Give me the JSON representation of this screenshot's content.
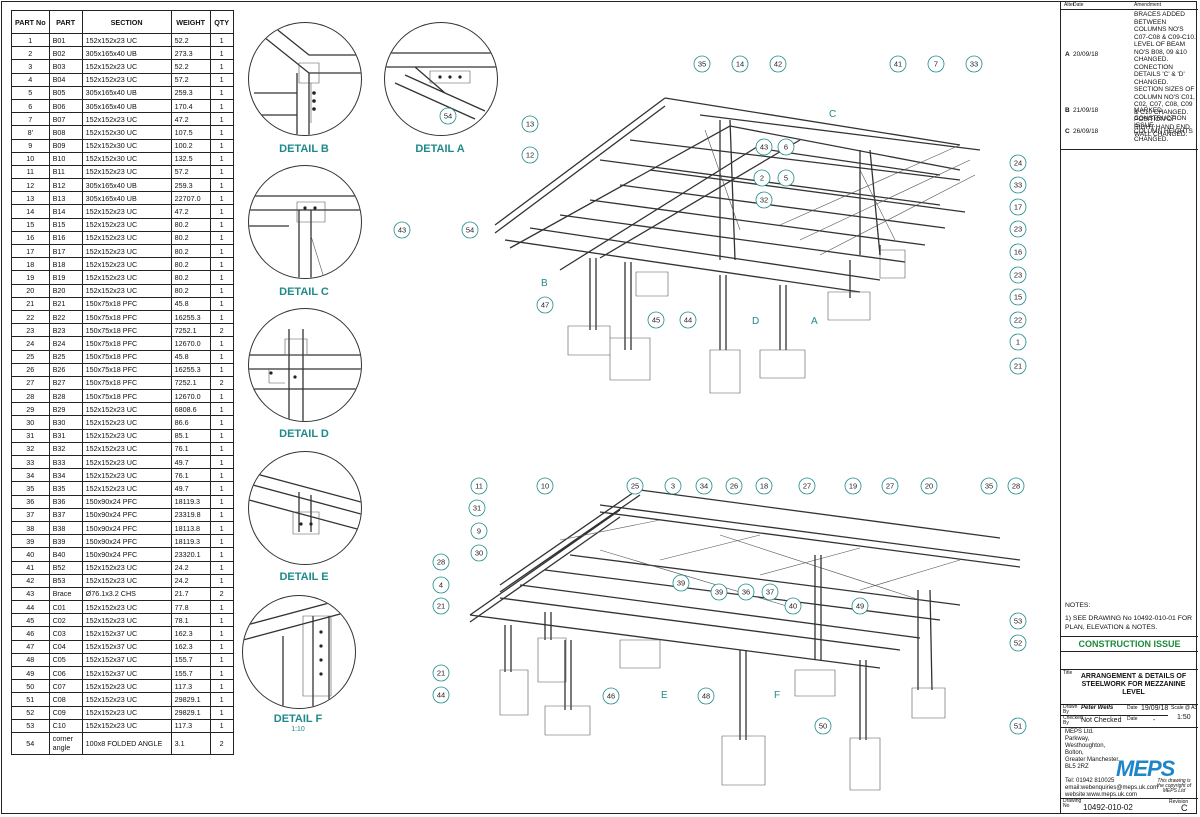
{
  "table": {
    "headers": [
      "PART No",
      "PART",
      "SECTION",
      "WEIGHT",
      "QTY"
    ],
    "rows": [
      [
        "1",
        "B01",
        "152x152x23 UC",
        "52.2",
        "1"
      ],
      [
        "2",
        "B02",
        "305x165x40 UB",
        "273.3",
        "1"
      ],
      [
        "3",
        "B03",
        "152x152x23 UC",
        "52.2",
        "1"
      ],
      [
        "4",
        "B04",
        "152x152x23 UC",
        "57.2",
        "1"
      ],
      [
        "5",
        "B05",
        "305x165x40 UB",
        "259.3",
        "1"
      ],
      [
        "6",
        "B06",
        "305x165x40 UB",
        "170.4",
        "1"
      ],
      [
        "7",
        "B07",
        "152x152x23 UC",
        "47.2",
        "1"
      ],
      [
        "8'",
        "B08",
        "152x152x30 UC",
        "107.5",
        "1"
      ],
      [
        "9",
        "B09",
        "152x152x30 UC",
        "100.2",
        "1"
      ],
      [
        "10",
        "B10",
        "152x152x30 UC",
        "132.5",
        "1"
      ],
      [
        "11",
        "B11",
        "152x152x23 UC",
        "57.2",
        "1"
      ],
      [
        "12",
        "B12",
        "305x165x40 UB",
        "259.3",
        "1"
      ],
      [
        "13",
        "B13",
        "305x165x40 UB",
        "22707.0",
        "1"
      ],
      [
        "14",
        "B14",
        "152x152x23 UC",
        "47.2",
        "1"
      ],
      [
        "15",
        "B15",
        "152x152x23 UC",
        "80.2",
        "1"
      ],
      [
        "16",
        "B16",
        "152x152x23 UC",
        "80.2",
        "1"
      ],
      [
        "17",
        "B17",
        "152x152x23 UC",
        "80.2",
        "1"
      ],
      [
        "18",
        "B18",
        "152x152x23 UC",
        "80.2",
        "1"
      ],
      [
        "19",
        "B19",
        "152x152x23 UC",
        "80.2",
        "1"
      ],
      [
        "20",
        "B20",
        "152x152x23 UC",
        "80.2",
        "1"
      ],
      [
        "21",
        "B21",
        "150x75x18 PFC",
        "45.8",
        "1"
      ],
      [
        "22",
        "B22",
        "150x75x18 PFC",
        "16255.3",
        "1"
      ],
      [
        "23",
        "B23",
        "150x75x18 PFC",
        "7252.1",
        "2"
      ],
      [
        "24",
        "B24",
        "150x75x18 PFC",
        "12670.0",
        "1"
      ],
      [
        "25",
        "B25",
        "150x75x18 PFC",
        "45.8",
        "1"
      ],
      [
        "26",
        "B26",
        "150x75x18 PFC",
        "16255.3",
        "1"
      ],
      [
        "27",
        "B27",
        "150x75x18 PFC",
        "7252.1",
        "2"
      ],
      [
        "28",
        "B28",
        "150x75x18 PFC",
        "12670.0",
        "1"
      ],
      [
        "29",
        "B29",
        "152x152x23 UC",
        "6808.6",
        "1"
      ],
      [
        "30",
        "B30",
        "152x152x23 UC",
        "86.6",
        "1"
      ],
      [
        "31",
        "B31",
        "152x152x23 UC",
        "85.1",
        "1"
      ],
      [
        "32",
        "B32",
        "152x152x23 UC",
        "76.1",
        "1"
      ],
      [
        "33",
        "B33",
        "152x152x23 UC",
        "49.7",
        "1"
      ],
      [
        "34",
        "B34",
        "152x152x23 UC",
        "76.1",
        "1"
      ],
      [
        "35",
        "B35",
        "152x152x23 UC",
        "49.7",
        "1"
      ],
      [
        "36",
        "B36",
        "150x90x24 PFC",
        "18119.3",
        "1"
      ],
      [
        "37",
        "B37",
        "150x90x24 PFC",
        "23319.8",
        "1"
      ],
      [
        "38",
        "B38",
        "150x90x24 PFC",
        "18113.8",
        "1"
      ],
      [
        "39",
        "B39",
        "150x90x24 PFC",
        "18119.3",
        "1"
      ],
      [
        "40",
        "B40",
        "150x90x24 PFC",
        "23320.1",
        "1"
      ],
      [
        "41",
        "B52",
        "152x152x23 UC",
        "24.2",
        "1"
      ],
      [
        "42",
        "B53",
        "152x152x23 UC",
        "24.2",
        "1"
      ],
      [
        "43",
        "Brace",
        "Ø76.1x3.2 CHS",
        "21.7",
        "2"
      ],
      [
        "44",
        "C01",
        "152x152x23 UC",
        "77.8",
        "1"
      ],
      [
        "45",
        "C02",
        "152x152x23 UC",
        "78.1",
        "1"
      ],
      [
        "46",
        "C03",
        "152x152x37 UC",
        "162.3",
        "1"
      ],
      [
        "47",
        "C04",
        "152x152x37 UC",
        "162.3",
        "1"
      ],
      [
        "48",
        "C05",
        "152x152x37 UC",
        "155.7",
        "1"
      ],
      [
        "49",
        "C06",
        "152x152x37 UC",
        "155.7",
        "1"
      ],
      [
        "50",
        "C07",
        "152x152x23 UC",
        "117.3",
        "1"
      ],
      [
        "51",
        "C08",
        "152x152x23 UC",
        "29829.1",
        "1"
      ],
      [
        "52",
        "C09",
        "152x152x23 UC",
        "29829.1",
        "1"
      ],
      [
        "53",
        "C10",
        "152x152x23 UC",
        "117.3",
        "1"
      ],
      [
        "54",
        "corner angle",
        "100x8 FOLDED ANGLE",
        "3.1",
        "2"
      ]
    ]
  },
  "details": {
    "a": "DETAIL A",
    "b": "DETAIL B",
    "c": "DETAIL C",
    "d": "DETAIL D",
    "e": "DETAIL E",
    "f": "DETAIL F",
    "f_scale": "1:10"
  },
  "balloons_top": [
    "35",
    "14",
    "42",
    "41",
    "7",
    "33",
    "13",
    "43",
    "6",
    "12",
    "2",
    "5",
    "32",
    "54",
    "24",
    "33",
    "17",
    "23",
    "16",
    "23",
    "15",
    "22",
    "1",
    "47",
    "45",
    "44",
    "21",
    "54",
    "43"
  ],
  "balloons_bottom": [
    "11",
    "10",
    "25",
    "3",
    "34",
    "26",
    "18",
    "27",
    "19",
    "27",
    "20",
    "35",
    "28",
    "31",
    "9",
    "30",
    "28",
    "4",
    "21",
    "39",
    "39",
    "36",
    "37",
    "40",
    "49",
    "53",
    "52",
    "21",
    "44",
    "46",
    "48",
    "50",
    "51"
  ],
  "view_letters_top": [
    "C",
    "B",
    "D",
    "A"
  ],
  "view_letters_bottom": [
    "E",
    "F"
  ],
  "title_block": {
    "rev_headers": [
      "Alter",
      "Date",
      "Amendment"
    ],
    "revisions": [
      {
        "rev": "A",
        "date": "20/09/18",
        "text": "BRACES ADDED BETWEEN COLUMNS No's C07-C08 & C09-C10. LEVEL OF BEAM No's B08, 09 &10 CHANGED. CONECTION DETAILS 'C' & 'D' CHANGED. SECTION SIZES OF COLUMN No's C01, C02, C07, C08, C09 & C10 CHANGED. POSITION OF RIGHT HAND END WALL CHANGED."
      },
      {
        "rev": "B",
        "date": "21/09/18",
        "text": "MARKED CONSTRUCTION ISSUE."
      },
      {
        "rev": "C",
        "date": "26/09/18",
        "text": "COLUMN HEIGHTS CHANGED."
      }
    ],
    "notes_heading": "NOTES:",
    "notes": "1) SEE DRAWING No 10492-010-01 FOR PLAN, ELEVATION & NOTES.",
    "issue": "CONSTRUCTION ISSUE",
    "title_label": "Title",
    "title": "ARRANGEMENT & DETAILS OF STEELWORK FOR MEZZANINE LEVEL",
    "drawn_label": "Drawn By",
    "drawn_by": "Peter Wells",
    "date_label": "Date",
    "date": "19/09/18",
    "scale_label": "Scale @ A3",
    "scale": "1:50",
    "checked_label": "Checked By",
    "checked_by": "Not Checked",
    "checked_date": "-",
    "company": "MEPS Ltd.\nParkway,\nWesthoughton,\nBolton,\nGreater Manchester.\nBL5 2RZ",
    "tel": "Tel: 01942 810025",
    "email": "email:webenquiries@meps.uk.com",
    "website": "website:www.meps.uk.com",
    "copyright": "This drawing is the copyright of MEPS Ltd",
    "logo": "MEPS",
    "drawing_no_label": "Drawing No",
    "drawing_no": "10492-010-02",
    "revision_label": "Revision",
    "revision": "C"
  }
}
